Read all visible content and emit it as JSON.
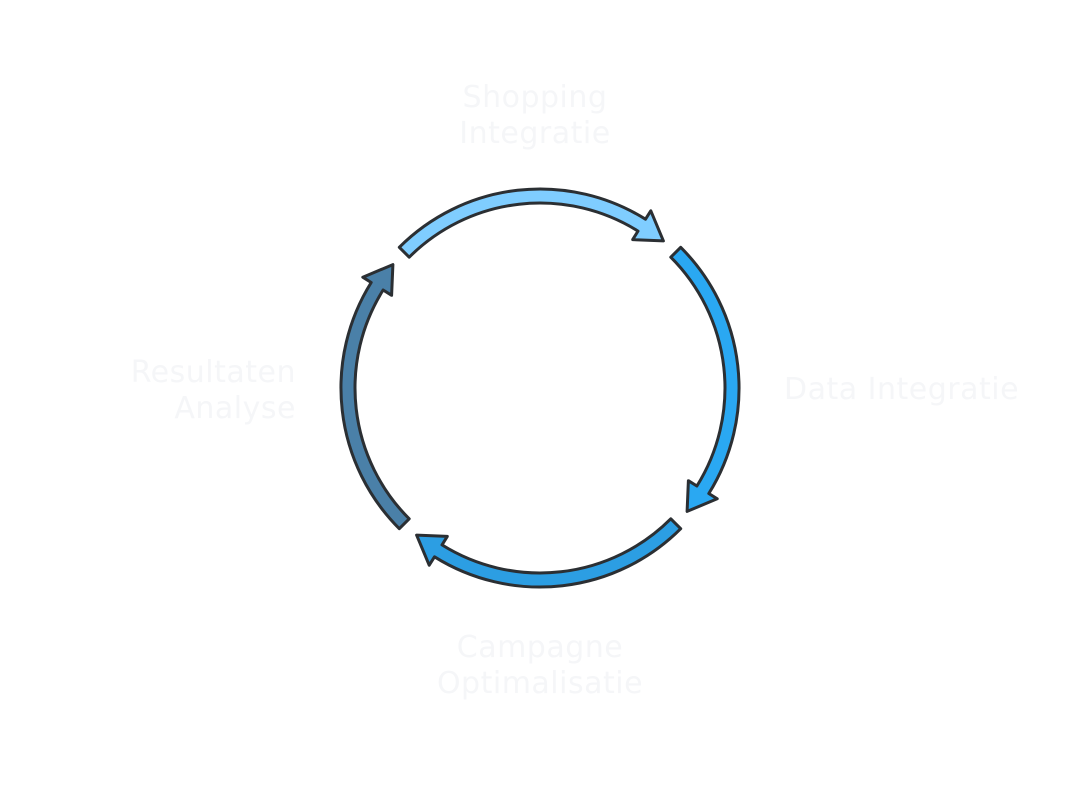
{
  "diagram": {
    "type": "cycle",
    "stages": [
      {
        "lines": [
          "Shopping",
          "Integratie"
        ],
        "color": "#7fcdff"
      },
      {
        "lines": [
          "Data Integratie"
        ],
        "color": "#2aa8f2"
      },
      {
        "lines": [
          "Campagne",
          "Optimalisatie"
        ],
        "color": "#2c9ee3"
      },
      {
        "lines": [
          "Resultaten",
          "Analyse"
        ],
        "color": "#4a80a8"
      }
    ],
    "label_color": "#f5f6f8",
    "outline_color": "#2b2f33"
  }
}
